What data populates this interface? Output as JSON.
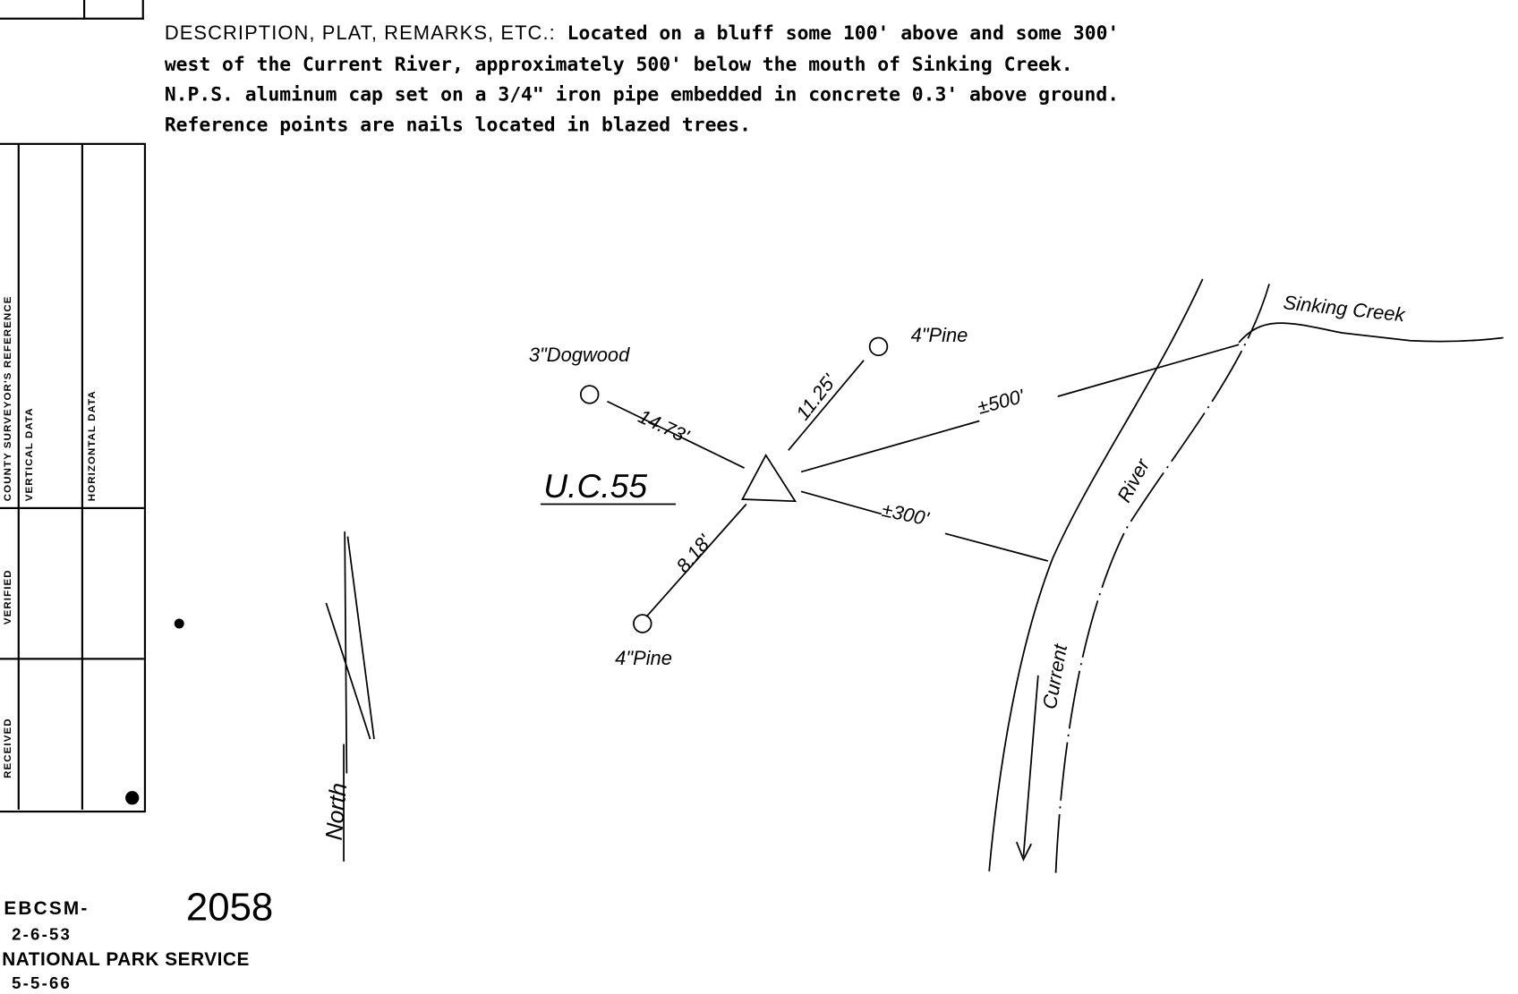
{
  "description": {
    "label": "DESCRIPTION, PLAT, REMARKS, ETC.:",
    "lines": [
      "Located on a bluff some 100' above and some 300'",
      "west of the Current River, approximately 500' below the mouth of Sinking Creek.",
      "N.P.S. aluminum cap set on a 3/4\" iron pipe embedded in concrete 0.3' above ground.",
      "Reference points are nails located in blazed trees."
    ]
  },
  "table": {
    "county_surveyor_reference": "COUNTY SURVEYOR'S REFERENCE",
    "vertical_data": "VERTICAL DATA",
    "horizontal_data": "HORIZONTAL DATA",
    "verified": "VERIFIED",
    "received": "RECEIVED"
  },
  "sketch": {
    "station": "U.C.55",
    "dogwood": "3\"Dogwood",
    "pine_ne": "4\"Pine",
    "pine_sw": "4\"Pine",
    "dist_dogwood": "14.73'",
    "dist_pine_ne": "11.25'",
    "dist_pine_sw": "8.18'",
    "dist_creek": "±500'",
    "dist_river": "±300'",
    "creek": "Sinking Creek",
    "river": "River",
    "current": "Current",
    "north": "North"
  },
  "footer": {
    "form": "EBCSM-",
    "number": "2058",
    "date1": "2-6-53",
    "agency": "NATIONAL PARK SERVICE",
    "date2": "5-5-66"
  }
}
